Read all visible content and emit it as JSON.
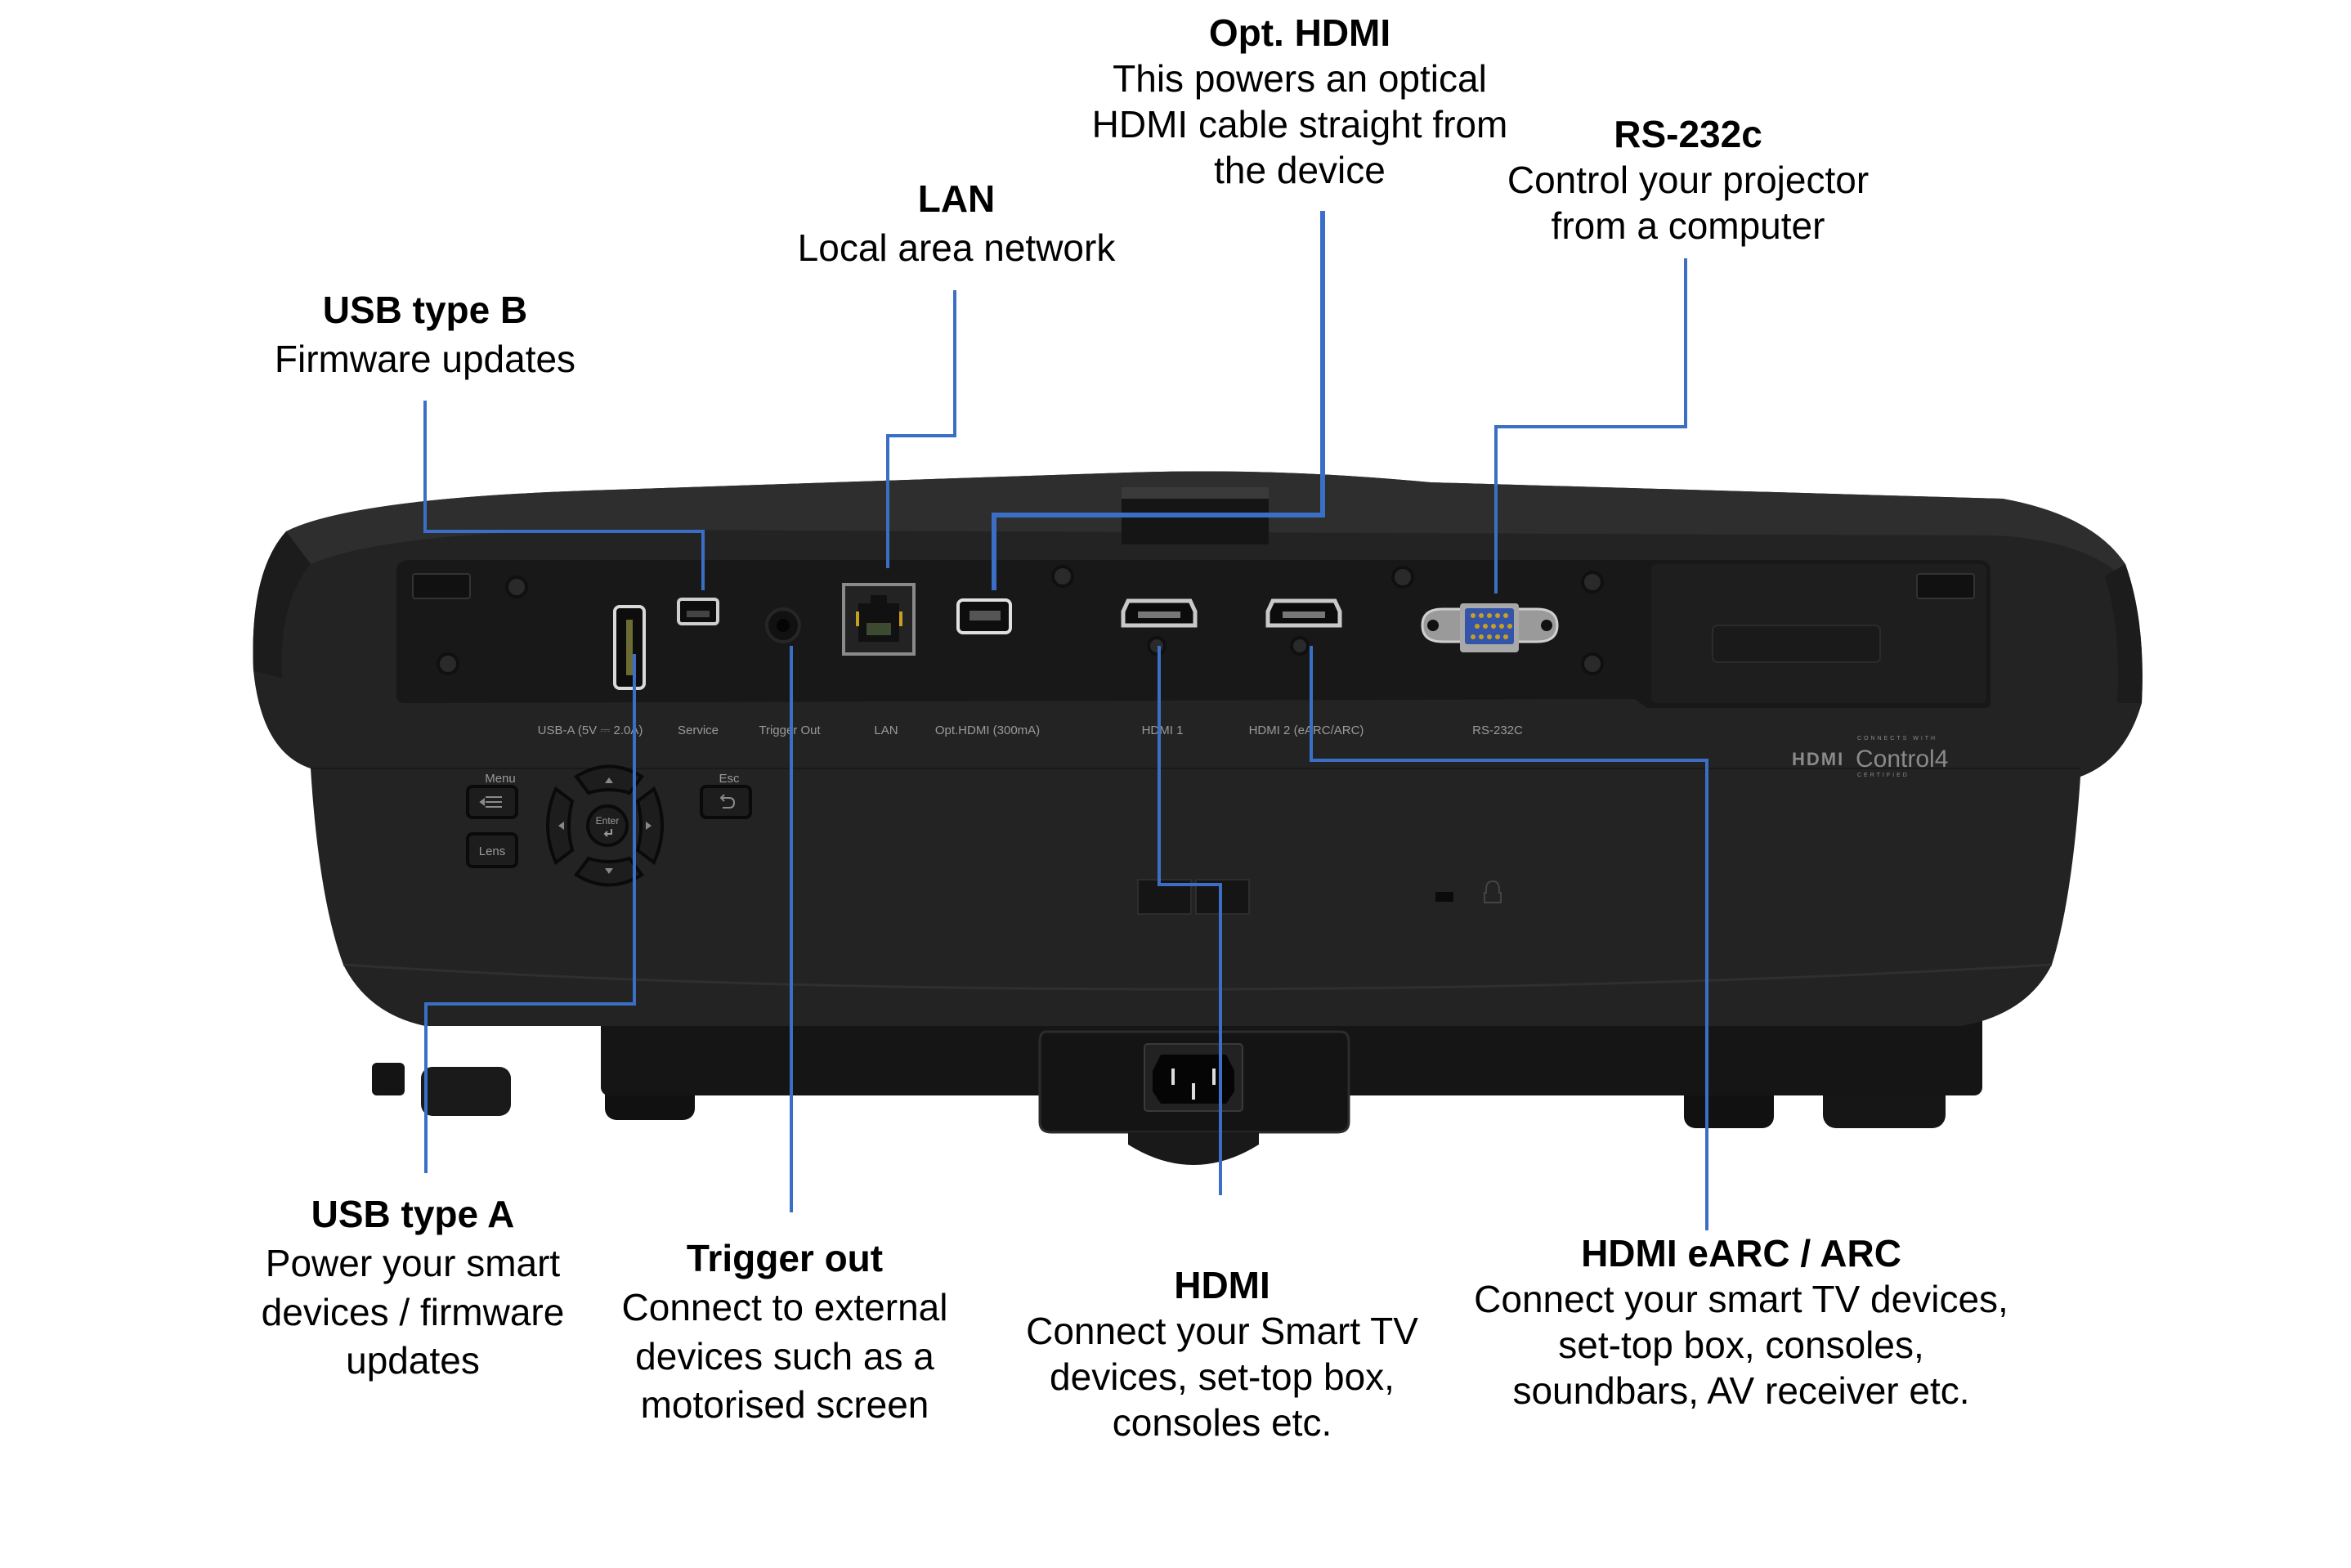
{
  "diagram": {
    "subject": "Projector rear panel connections",
    "accent_color": "#3b6fc6",
    "callouts": [
      {
        "id": "usb-b",
        "title": "USB type B",
        "desc": [
          "Firmware updates"
        ]
      },
      {
        "id": "lan",
        "title": "LAN",
        "desc": [
          "Local area network"
        ]
      },
      {
        "id": "opt-hdmi",
        "title": "Opt. HDMI",
        "desc": [
          "This powers an optical",
          "HDMI cable straight from",
          "the device"
        ]
      },
      {
        "id": "rs232",
        "title": "RS-232c",
        "desc": [
          "Control your projector",
          "from a computer"
        ]
      },
      {
        "id": "usb-a",
        "title": "USB type A",
        "desc": [
          "Power your smart",
          "devices / firmware",
          "updates"
        ]
      },
      {
        "id": "trigger",
        "title": "Trigger out",
        "desc": [
          "Connect to external",
          "devices such as a",
          "motorised screen"
        ]
      },
      {
        "id": "hdmi",
        "title": "HDMI",
        "desc": [
          "Connect your Smart TV",
          "devices, set-top box,",
          "consoles etc."
        ]
      },
      {
        "id": "hdmi-earc",
        "title": "HDMI eARC / ARC",
        "desc": [
          "Connect your smart TV devices,",
          "set-top box, consoles,",
          "soundbars, AV receiver etc."
        ]
      }
    ],
    "panel_port_labels": [
      "USB-A (5V ⎓ 2.0A)",
      "Service",
      "Trigger Out",
      "LAN",
      "Opt.HDMI (300mA)",
      "HDMI 1",
      "HDMI 2 (eARC/ARC)",
      "RS-232C"
    ],
    "control_buttons": {
      "menu": "Menu",
      "lens": "Lens",
      "esc": "Esc",
      "enter": "Enter"
    },
    "logos": {
      "hdmi": "HDMI",
      "control4_top": "CONNECTS WITH",
      "control4": "Control4",
      "control4_bottom": "CERTIFIED"
    }
  }
}
